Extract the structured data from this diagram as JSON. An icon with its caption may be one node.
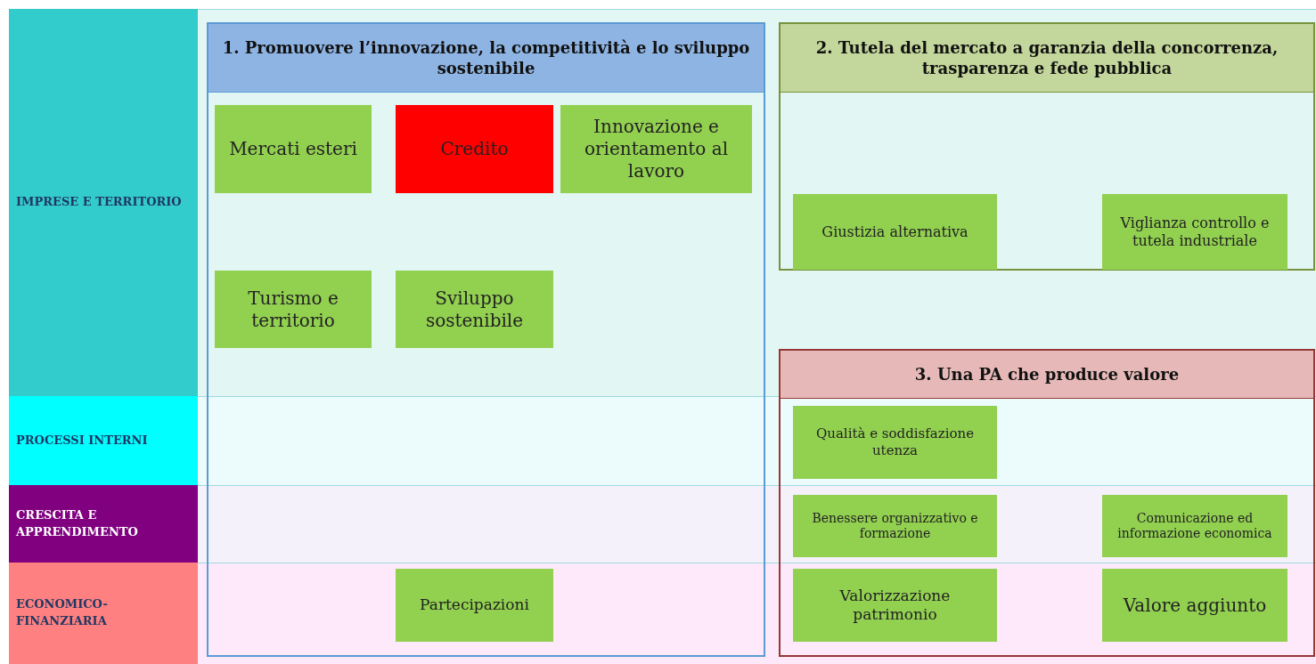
{
  "diagram": {
    "nodes": [
      {
        "text": [
          "IMPRESE E TERRITORIO"
        ]
      },
      {
        "text": [
          "1. Promuovere l’innovazione, la competitività e lo sviluppo sostenibile"
        ]
      },
      {
        "text": [
          "Mercati esteri"
        ],
        "in": 1
      },
      {
        "text": [
          "Credito"
        ],
        "in": 1
      },
      {
        "text": [
          "Innovazione e orientamento al lavoro"
        ],
        "in": 1
      },
      {
        "text": [
          "2. Tutela del mercato a garanzia della concorrenza, trasparenza e fede pubblica"
        ]
      },
      {
        "text": [
          "Giustizia alternativa"
        ],
        "in": 5
      },
      {
        "text": [
          "Viglianza controllo e tutela industriale"
        ],
        "in": 5
      },
      {
        "text": [
          "Turismo e territorio"
        ],
        "in": 1
      },
      {
        "text": [
          "Sviluppo sostenibile"
        ],
        "in": 1
      },
      {
        "text": [
          "3. Una PA che produce valore"
        ]
      },
      {
        "text": [
          "PROCESSI INTERNI"
        ]
      },
      {
        "text": [
          "Qualità e soddisfazione utenza"
        ],
        "in": 10
      },
      {
        "text": [
          "CRESCITA E APPRENDIMENTO"
        ]
      },
      {
        "text": [
          "Benessere organizzativo e formazione"
        ],
        "in": 10
      },
      {
        "text": [
          "Comunicazione ed informazione economica"
        ],
        "in": 10
      },
      {
        "text": [
          "ECONOMICO-FINANZIARIA"
        ]
      },
      {
        "text": [
          "Partecipazioni"
        ],
        "in": 1
      },
      {
        "text": [
          "Valorizzazione patrimonio"
        ],
        "in": 10
      },
      {
        "text": [
          "Valore aggiunto"
        ],
        "in": 10
      }
    ]
  }
}
